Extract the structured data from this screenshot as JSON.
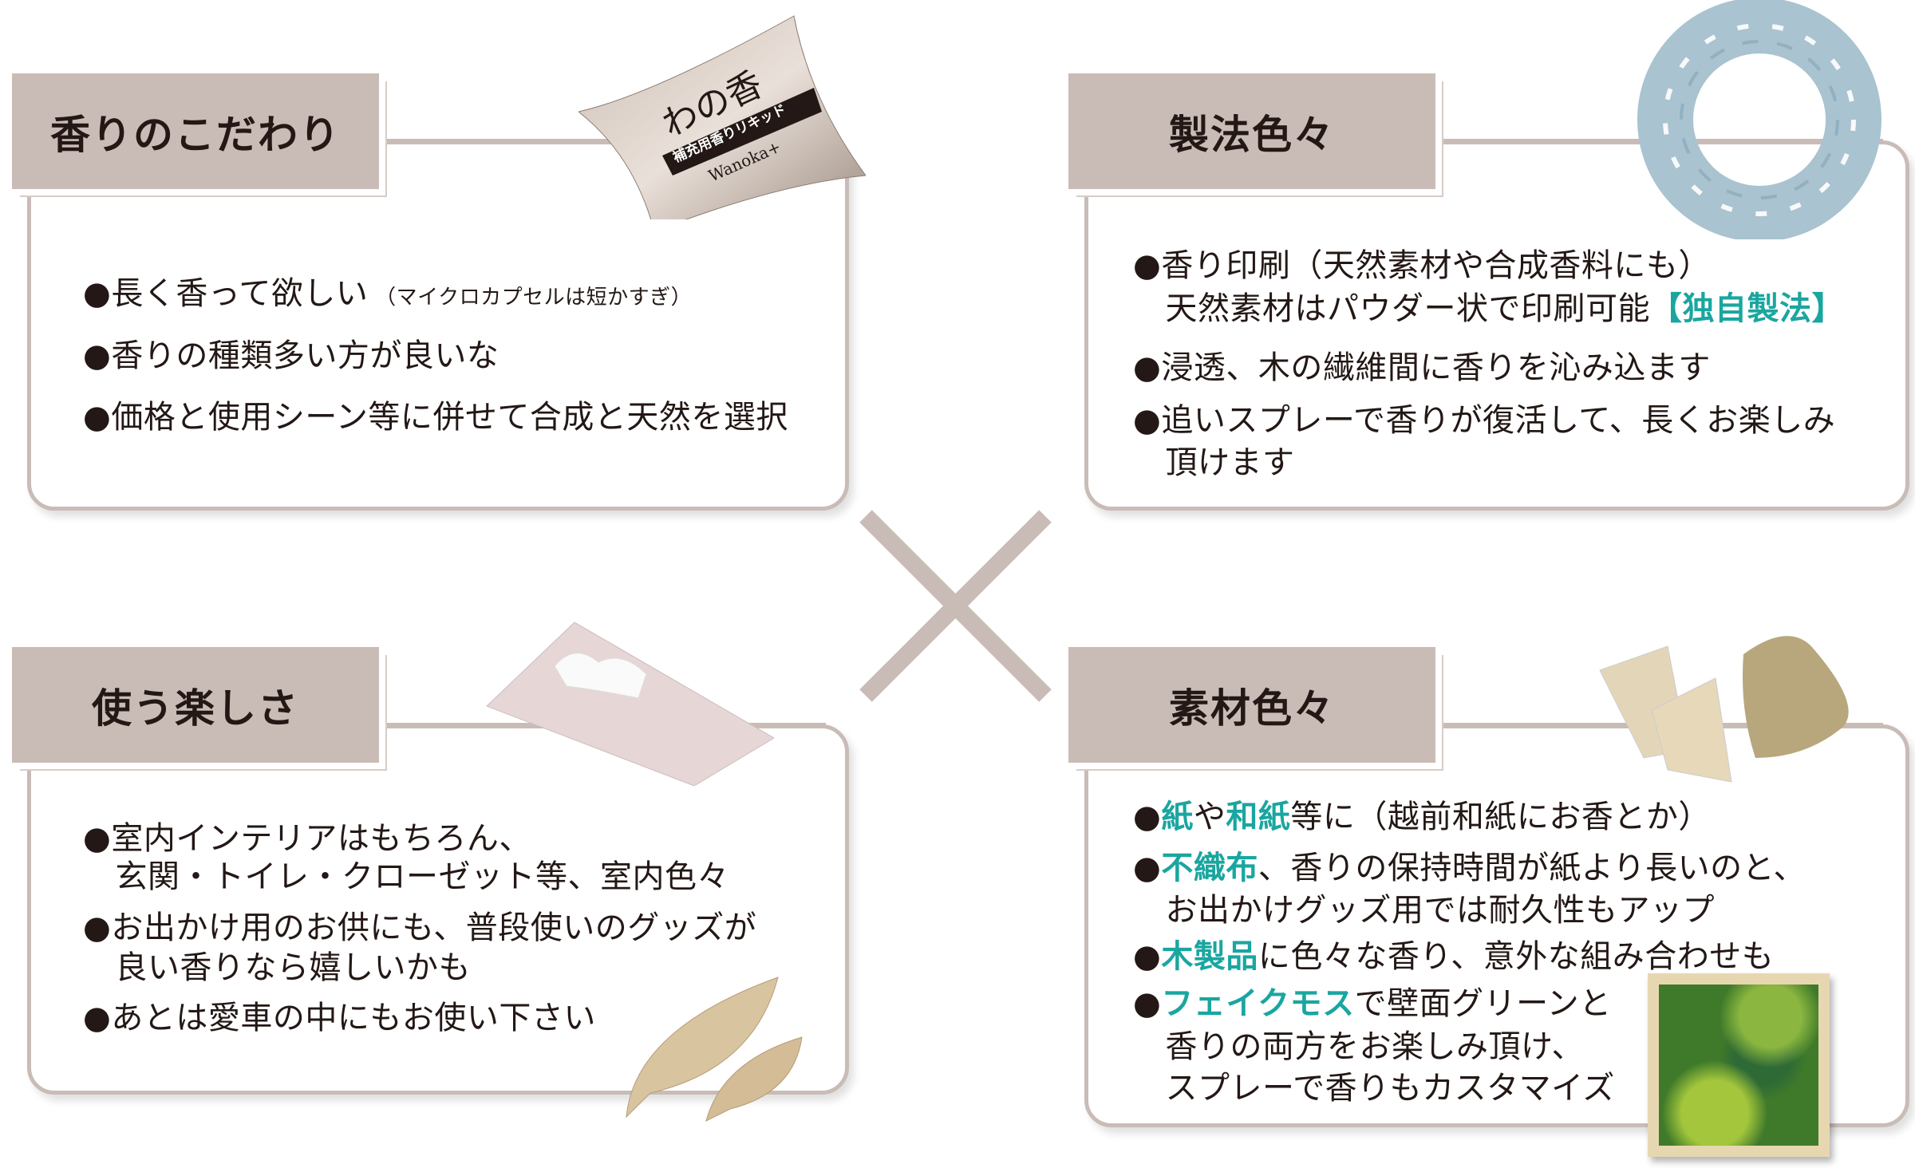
{
  "colors": {
    "header_bg": "#c9bcb6",
    "border": "#c9bcb6",
    "highlight": "#1aa6a0",
    "text": "#231815"
  },
  "panels": [
    {
      "title": "香りのこだわり",
      "lines": [
        [
          {
            "t": "●長く香って欲しい"
          },
          {
            "t": " （マイクロカプセルは短かすぎ）",
            "s": "small"
          }
        ],
        [
          {
            "t": "●香りの種類多い方が良いな"
          }
        ],
        [
          {
            "t": "●価格と使用シーン等に併せて合成と天然を選択"
          }
        ]
      ],
      "image": {
        "brand": "わの香",
        "band": "補充用香りリキッド",
        "logo": "Wanoka+"
      }
    },
    {
      "title": "製法色々",
      "lines": [
        [
          {
            "t": "●香り印刷（天然素材や合成香料にも）"
          }
        ],
        [
          {
            "t": "　天然素材はパウダー状で印刷可能"
          },
          {
            "t": "【独自製法】",
            "s": "hl"
          }
        ],
        [
          {
            "t": "●浸透、木の繊維間に香りを沁み込ます"
          }
        ],
        [
          {
            "t": "●追いスプレーで香りが復活して、長くお楽しみ"
          }
        ],
        [
          {
            "t": "　頂けます"
          }
        ]
      ]
    },
    {
      "title": "使う楽しさ",
      "lines": [
        [
          {
            "t": "●室内インテリアはもちろん、"
          }
        ],
        [
          {
            "t": "　玄関・トイレ・クローゼット等、室内色々"
          }
        ],
        [
          {
            "t": "●お出かけ用のお供にも、普段使いのグッズが"
          }
        ],
        [
          {
            "t": "　良い香りなら嬉しいかも"
          }
        ],
        [
          {
            "t": "●あとは愛車の中にもお使い下さい"
          }
        ]
      ]
    },
    {
      "title": "素材色々",
      "lines": [
        [
          {
            "t": "●"
          },
          {
            "t": "紙",
            "s": "hl"
          },
          {
            "t": "や"
          },
          {
            "t": "和紙",
            "s": "hl"
          },
          {
            "t": "等に（越前和紙にお香とか）"
          }
        ],
        [
          {
            "t": "●"
          },
          {
            "t": "不織布",
            "s": "hl"
          },
          {
            "t": "、香りの保持時間が紙より長いのと、"
          }
        ],
        [
          {
            "t": "　お出かけグッズ用では耐久性もアップ"
          }
        ],
        [
          {
            "t": "●"
          },
          {
            "t": "木製品",
            "s": "hl"
          },
          {
            "t": "に色々な香り、意外な組み合わせも"
          }
        ],
        [
          {
            "t": "●"
          },
          {
            "t": "フェイクモス",
            "s": "hl"
          },
          {
            "t": "で壁面グリーンと"
          }
        ],
        [
          {
            "t": "　香りの両方をお楽しみ頂け、"
          }
        ],
        [
          {
            "t": "　スプレーで香りもカスタマイズ"
          }
        ]
      ]
    }
  ],
  "center_mark": "cross-icon"
}
